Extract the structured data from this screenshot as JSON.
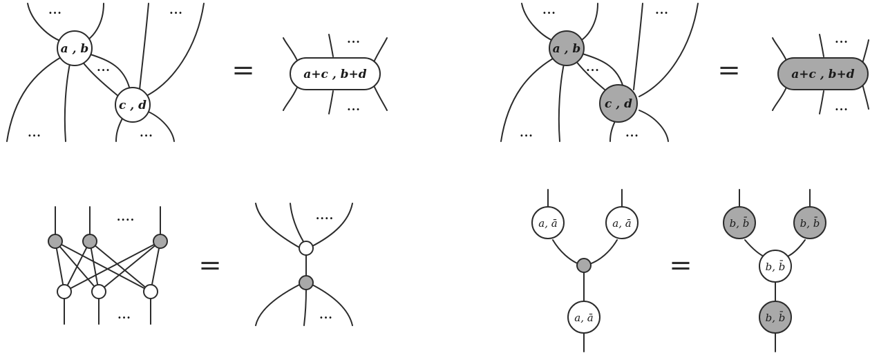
{
  "colors": {
    "line": "#2b2b2b",
    "grey_node": "#a9a9a9",
    "white_node": "#ffffff"
  },
  "equals": "=",
  "dots3": "...",
  "dots4": "....",
  "panel1": {
    "node1": "a , b",
    "node2": "c , d",
    "merged": "a+c , b+d"
  },
  "panel2": {
    "node1": "a , b",
    "node2": "c , d",
    "merged": "a+c , b+d"
  },
  "panel4": {
    "node": "a, ā"
  },
  "panel4_rhs": {
    "node": "b, b̄"
  }
}
